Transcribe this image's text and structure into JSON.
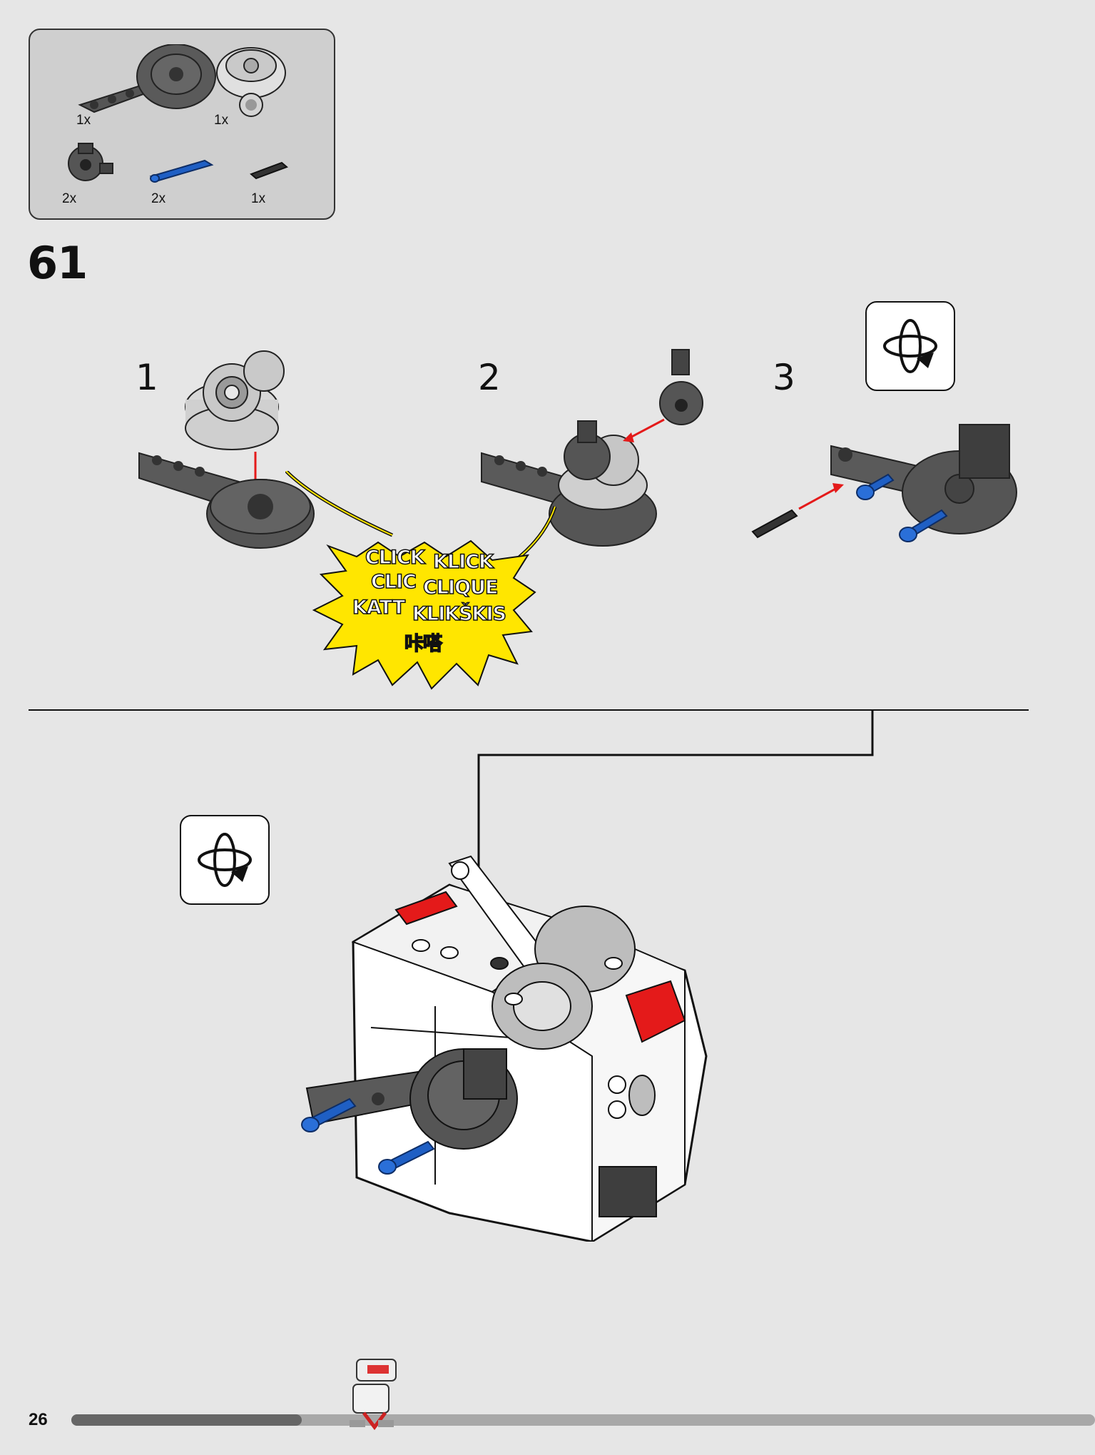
{
  "parts_list": {
    "items": [
      {
        "name": "dark-gray-liftarm-with-turntable",
        "qty": "1x"
      },
      {
        "name": "light-gray-ball-joint-turntable",
        "qty": "1x"
      },
      {
        "name": "dark-gray-axle-connector",
        "qty": "2x"
      },
      {
        "name": "blue-friction-pin",
        "qty": "2x"
      },
      {
        "name": "black-axle-pin",
        "qty": "1x"
      }
    ]
  },
  "step": {
    "number": "61",
    "substeps": [
      "1",
      "2",
      "3"
    ]
  },
  "click_burst": {
    "col1": [
      "CLICK",
      "CLIC",
      "KATT"
    ],
    "col2": [
      "KLICK",
      "CLIQUE",
      "KLIKŠKIS"
    ],
    "bottom": "咔嗒"
  },
  "icons": {
    "rotate_top": "rotate-model-icon",
    "rotate_main": "rotate-model-icon"
  },
  "colors": {
    "background": "#e6e6e6",
    "parts_box": "#cfcfcf",
    "dark_gray": "#5a5a5a",
    "light_gray": "#bdbdbd",
    "blue": "#1f5fc4",
    "red": "#e41a1a",
    "yellow": "#ffe600"
  },
  "footer": {
    "page_number": "26",
    "progress": 0.225
  }
}
